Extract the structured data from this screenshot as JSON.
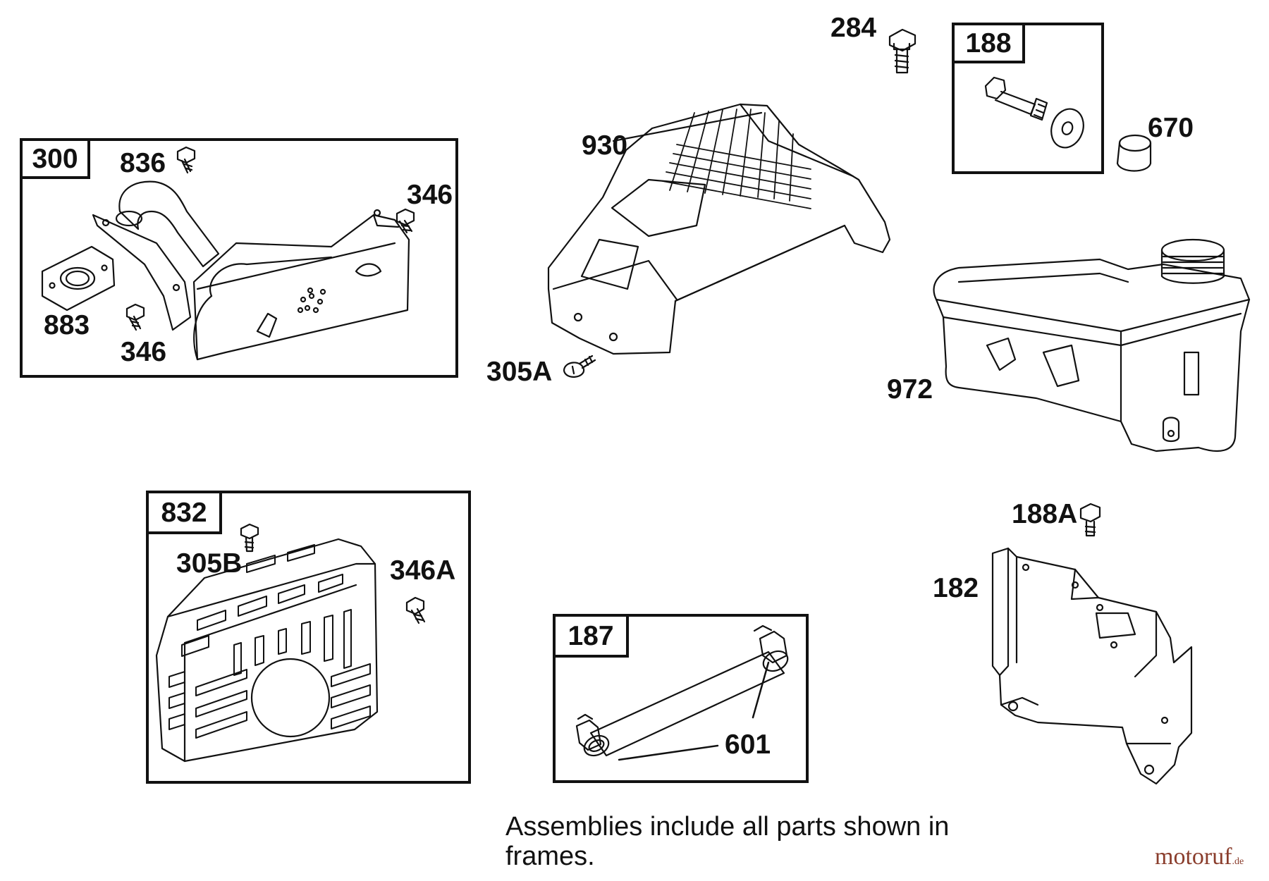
{
  "frames": {
    "f300": "300",
    "f832": "832",
    "f187": "187",
    "f188": "188"
  },
  "labels": {
    "p836": "836",
    "p346a": "346",
    "p883": "883",
    "p346b": "346",
    "p930": "930",
    "p305A": "305A",
    "p284": "284",
    "p670": "670",
    "p972": "972",
    "p305B": "305B",
    "p346A": "346A",
    "p601": "601",
    "p188A": "188A",
    "p182": "182"
  },
  "note": "Assemblies include all parts shown in frames.",
  "watermark": {
    "text": "motoruf",
    "suffix": ".de"
  }
}
